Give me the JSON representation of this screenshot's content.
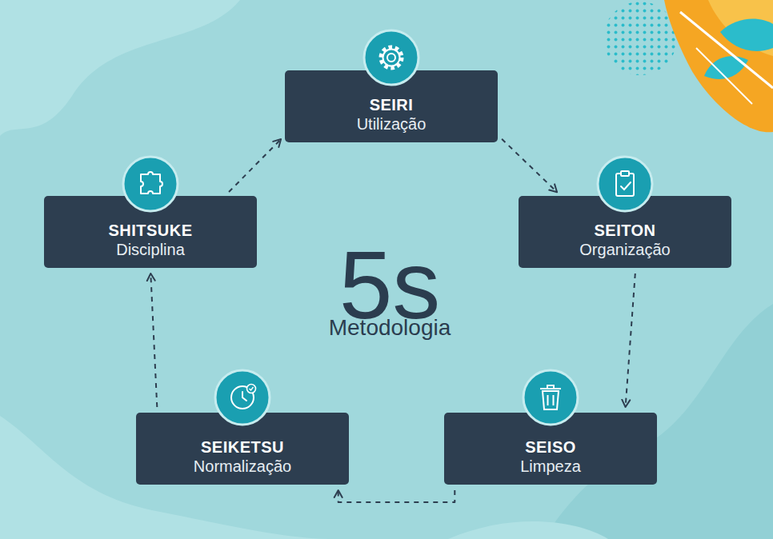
{
  "diagram": {
    "nodes": [
      {
        "text": [
          "SEIRI",
          "Utilização"
        ]
      },
      {
        "text": [
          "SEITON",
          "Organização"
        ]
      },
      {
        "text": [
          "SEISO",
          "Limpeza"
        ]
      },
      {
        "text": [
          "SEIKETSU",
          "Normalização"
        ]
      },
      {
        "text": [
          "SHITSUKE",
          "Disciplina"
        ]
      }
    ],
    "edges": [
      {
        "from": 0,
        "to": 1,
        "arrow": "to"
      },
      {
        "from": 1,
        "to": 2,
        "arrow": "to"
      },
      {
        "from": 2,
        "to": 3,
        "arrow": "to"
      },
      {
        "from": 3,
        "to": 4,
        "arrow": "to"
      },
      {
        "from": 4,
        "to": 0,
        "arrow": "to"
      }
    ],
    "labels": [
      "5s",
      "Metodologia"
    ]
  }
}
